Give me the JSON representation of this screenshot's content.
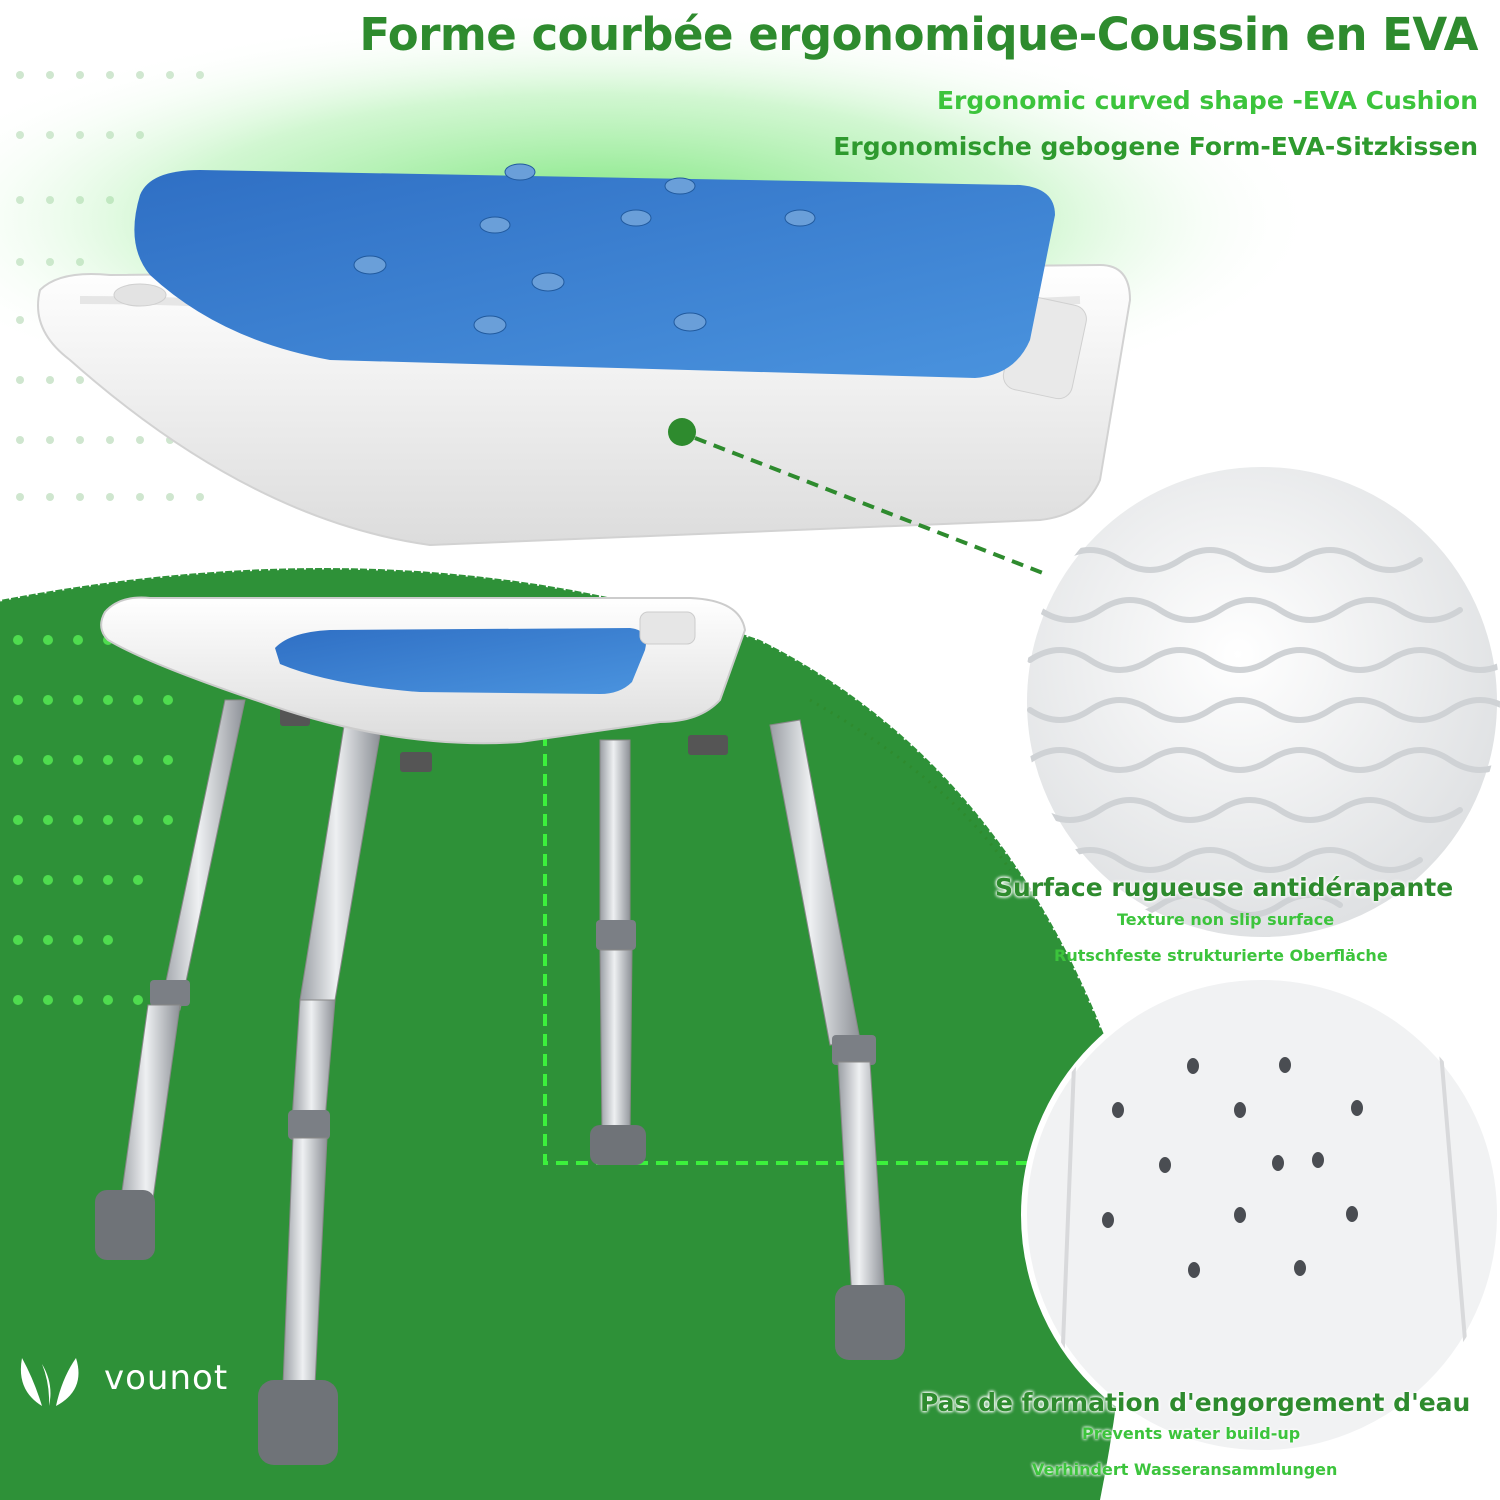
{
  "heading": {
    "title_fr": "Forme courbée ergonomique-Coussin en EVA",
    "subtitle_en": "Ergonomic curved shape -EVA Cushion",
    "subtitle_de": "Ergonomische gebogene Form-EVA-Sitzkissen"
  },
  "feature_surface": {
    "title_fr": "Surface rugueuse antidérapante",
    "line_en": "Texture non slip surface",
    "line_de": "Rutschfeste strukturierte Oberfläche"
  },
  "feature_drain": {
    "title_fr": "Pas de formation d'engorgement d'eau",
    "line_en": "Prevents water build-up",
    "line_de": "Verhindert Wasseransammlungen"
  },
  "brand": {
    "name": "vounot"
  },
  "colors": {
    "green_dark": "#2e8b2e",
    "green_bright": "#3cc43c",
    "background_green": "#2e9138",
    "cushion_blue": "#3a7fcf",
    "seat_white": "#f4f4f4",
    "leg_aluminium": "#c9ccd0"
  }
}
